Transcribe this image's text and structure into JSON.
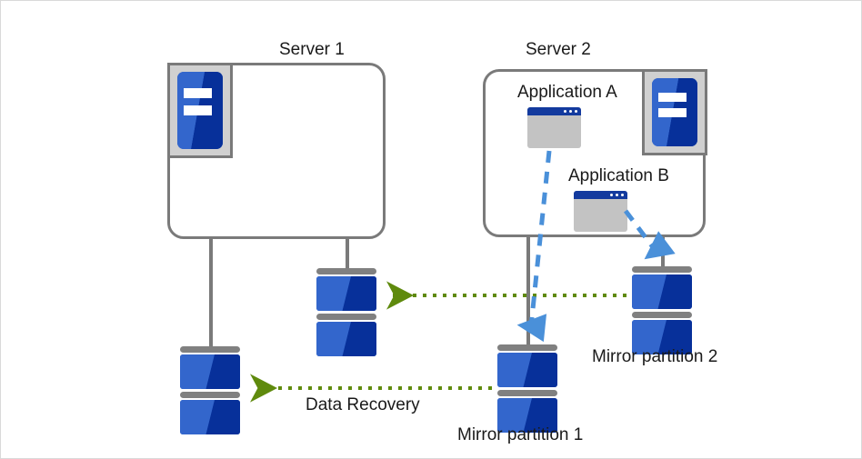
{
  "diagram": {
    "title_server1": "Server 1",
    "title_server2": "Server 2",
    "app_a_label": "Application A",
    "app_b_label": "Application  B",
    "mirror1_label": "Mirror partition 1",
    "mirror2_label": "Mirror partition 2",
    "data_recovery_label": "Data Recovery"
  },
  "colors": {
    "frame_border": "#d9d9d9",
    "enclosure_stroke": "#7a7a7a",
    "tower_frame": "#d0d0d0",
    "disk_blue_light": "#3366cc",
    "disk_blue_dark": "#07309a",
    "disk_cap_gray": "#808080",
    "app_window_body": "#c3c3c3",
    "app_window_titlebar": "#133a9e",
    "recovery_arrow_green": "#5f8a0d",
    "write_arrow_blue": "#4a90d9",
    "text": "#1a1a1a"
  },
  "flows": {
    "write_a_to_mirror1": "Application A writes to Mirror partition 1",
    "write_b_to_mirror2": "Application B writes to Mirror partition 2",
    "recover_mirror2_to_server1_disk": "Mirror partition 2 recovers to Server 1 disk",
    "recover_mirror1_to_server1_disk": "Mirror partition 1 recovers to Server 1 disk"
  }
}
